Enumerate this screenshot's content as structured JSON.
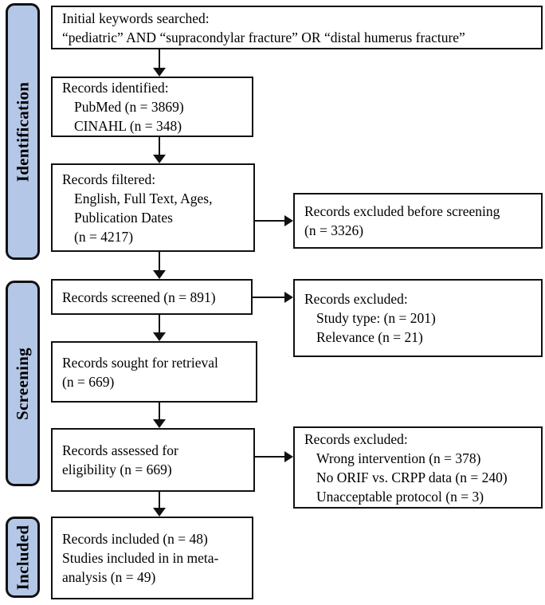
{
  "stages": {
    "identification": "Identification",
    "screening": "Screening",
    "included": "Included"
  },
  "main": {
    "keywords": {
      "lines": [
        "Initial keywords searched:",
        "“pediatric” AND “supracondylar fracture” OR “distal humerus fracture”"
      ]
    },
    "identified": {
      "lines": [
        "Records identified:",
        "PubMed (n = 3869)",
        "CINAHL (n = 348)"
      ]
    },
    "filtered": {
      "lines": [
        "Records filtered:",
        "English, Full Text, Ages,",
        "Publication Dates",
        "(n = 4217)"
      ]
    },
    "screened": {
      "lines": [
        "Records screened (n = 891)"
      ]
    },
    "sought": {
      "lines": [
        "Records sought for retrieval",
        "(n = 669)"
      ]
    },
    "assessed": {
      "lines": [
        "Records assessed for",
        "eligibility (n = 669)"
      ]
    },
    "included": {
      "lines": [
        "Records included (n = 48)",
        "Studies included in in meta-",
        "analysis (n = 49)"
      ]
    }
  },
  "excluded": {
    "before_screening": {
      "lines": [
        "Records excluded before screening",
        "(n = 3326)"
      ]
    },
    "screening": {
      "lines": [
        "Records excluded:",
        "Study type: (n = 201)",
        "Relevance (n = 21)"
      ]
    },
    "eligibility": {
      "lines": [
        "Records excluded:",
        "Wrong intervention (n = 378)",
        "No ORIF vs. CRPP data (n = 240)",
        "Unacceptable protocol (n = 3)"
      ]
    }
  },
  "colors": {
    "stage_fill": "#b4c7e7",
    "line": "#111111",
    "background": "#ffffff"
  }
}
